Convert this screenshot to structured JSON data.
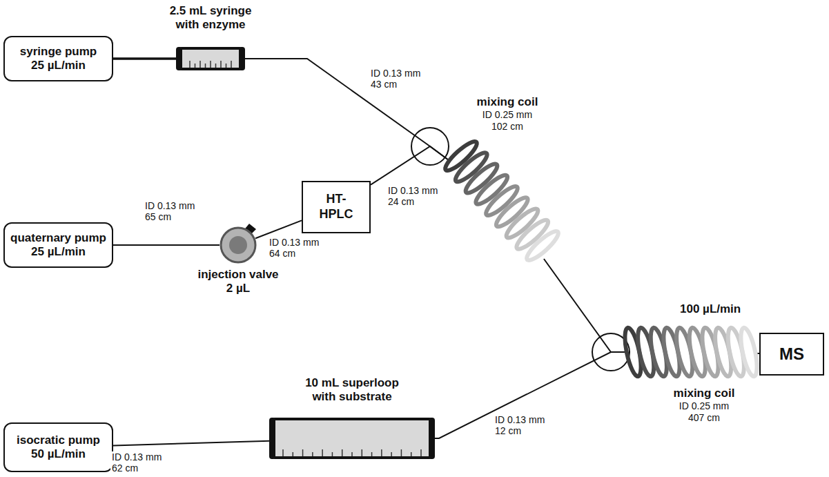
{
  "diagram": {
    "nodes": [
      {
        "text": [
          "syringe pump",
          "25 µL/min"
        ]
      },
      {
        "text": [
          "2.5 mL syringe",
          "with enzyme"
        ]
      },
      {
        "text": [
          "quaternary pump",
          "25 µL/min"
        ]
      },
      {
        "text": [
          "injection valve",
          "2 µL"
        ]
      },
      {
        "text": [
          "HT-HPLC"
        ]
      },
      {
        "text": [
          "mixing coil",
          "ID 0.25 mm 102 cm"
        ]
      },
      {
        "text": [
          "mixing coil",
          "ID 0.25 mm 407 cm"
        ]
      },
      {
        "text": [
          "MS"
        ]
      },
      {
        "text": [
          "isocratic pump",
          "50 µL/min"
        ]
      },
      {
        "text": [
          "10 mL superloop",
          "with substrate"
        ]
      }
    ],
    "edges": [
      {
        "from": 0,
        "to": 1,
        "arrow": "none"
      },
      {
        "from": 1,
        "to": 5,
        "label": "ID 0.13 mm 43 cm",
        "arrow": "none"
      },
      {
        "from": 2,
        "to": 3,
        "label": "ID 0.13 mm 65 cm",
        "arrow": "none"
      },
      {
        "from": 3,
        "to": 4,
        "label": "ID 0.13 mm 64 cm",
        "arrow": "none"
      },
      {
        "from": 4,
        "to": 5,
        "label": "ID 0.13 mm 24 cm",
        "arrow": "none"
      },
      {
        "from": 5,
        "to": 6,
        "arrow": "none"
      },
      {
        "from": 6,
        "to": 7,
        "arrow": "none"
      },
      {
        "from": 8,
        "to": 9,
        "label": "ID 0.13 mm 62 cm",
        "arrow": "none"
      },
      {
        "from": 9,
        "to": 6,
        "label": "ID 0.13 mm 12 cm",
        "arrow": "none"
      }
    ],
    "labels": [
      "100 µL/min"
    ]
  }
}
